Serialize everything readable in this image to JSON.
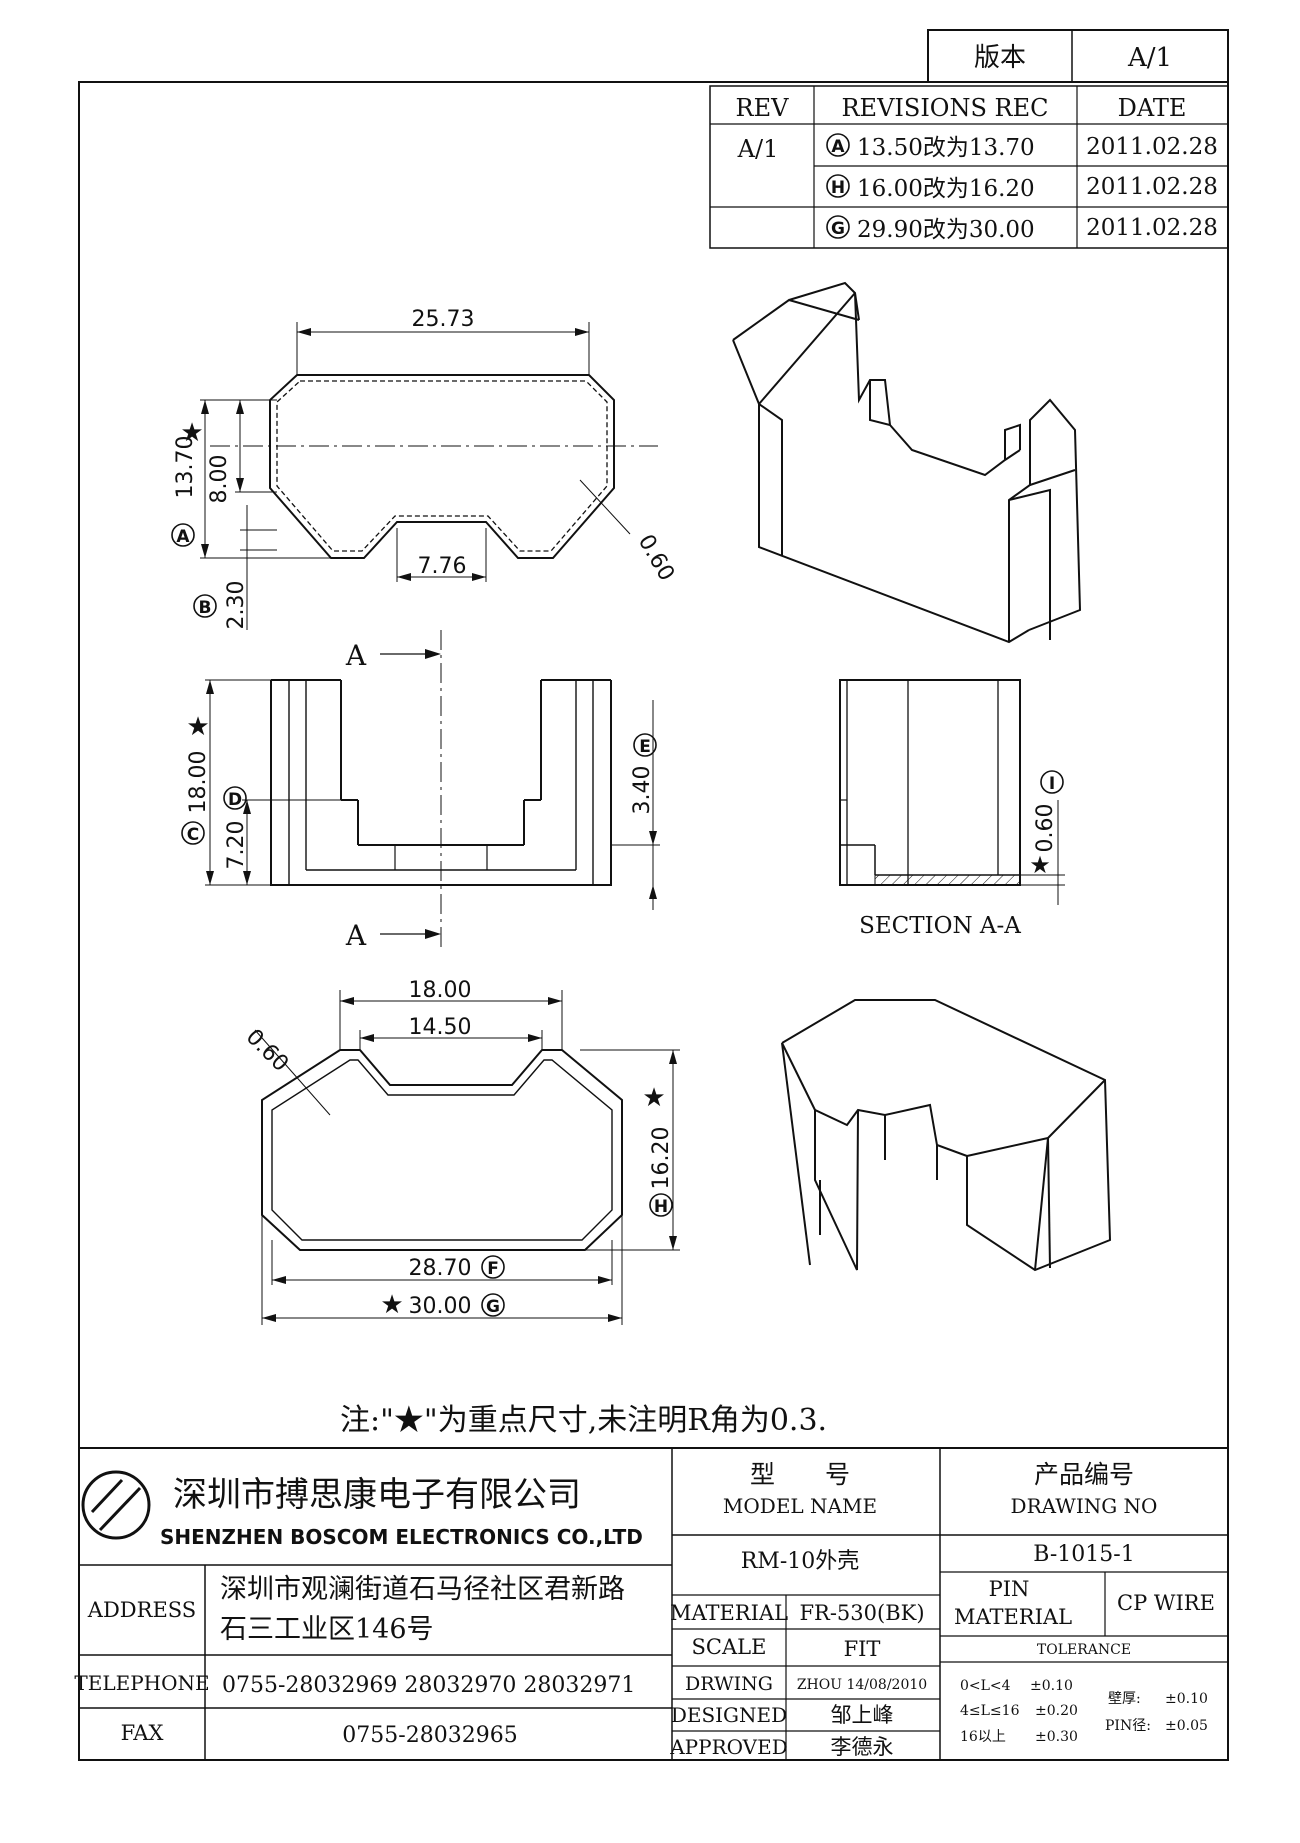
{
  "version_box": {
    "label": "版本",
    "value": "A/1"
  },
  "revisions": {
    "headers": {
      "rev": "REV",
      "rec": "REVISIONS REC",
      "date": "DATE"
    },
    "rev_value": "A/1",
    "rows": [
      {
        "mark": "A",
        "text": "13.50改为13.70",
        "date": "2011.02.28"
      },
      {
        "mark": "H",
        "text": "16.00改为16.20",
        "date": "2011.02.28"
      },
      {
        "mark": "G",
        "text": "29.90改为30.00",
        "date": "2011.02.28"
      }
    ]
  },
  "top_view": {
    "dim_width": "25.73",
    "dim_height": "13.70",
    "dim_height_mark": "A",
    "dim_inner": "8.00",
    "dim_slot": "7.76",
    "dim_wall": "0.60",
    "dim_step": "2.30",
    "dim_step_mark": "B"
  },
  "front_view": {
    "section_mark": "A",
    "dim_height": "18.00",
    "dim_height_mark": "C",
    "dim_mid": "7.20",
    "dim_mid_mark": "D",
    "dim_step": "3.40",
    "dim_step_mark": "E"
  },
  "section_view": {
    "label": "SECTION A-A",
    "dim_thickness": "0.60",
    "dim_thickness_mark": "I"
  },
  "bottom_view": {
    "dim_top_outer": "18.00",
    "dim_top_inner": "14.50",
    "dim_wall": "0.60",
    "dim_height": "16.20",
    "dim_height_mark": "H",
    "dim_inner_width": "28.70",
    "dim_inner_width_mark": "F",
    "dim_outer_width": "30.00",
    "dim_outer_width_mark": "G"
  },
  "note": "注:\"★\"为重点尺寸,未注明R角为0.3.",
  "title_block": {
    "company_cn": "深圳市搏思康电子有限公司",
    "company_en": "SHENZHEN BOSCOM ELECTRONICS CO.,LTD",
    "model_name_cn": "型　　号",
    "model_name_en": "MODEL NAME",
    "model_value": "RM-10外壳",
    "drawing_no_cn": "产品编号",
    "drawing_no_en": "DRAWING NO",
    "drawing_no_value": "B-1015-1",
    "address_label": "ADDRESS",
    "address_line1": "深圳市观澜街道石马径社区君新路",
    "address_line2": "石三工业区146号",
    "telephone_label": "TELEPHONE",
    "telephone_value": "0755-28032969 28032970 28032971",
    "fax_label": "FAX",
    "fax_value": "0755-28032965",
    "material_label": "MATERIAL",
    "material_value": "FR-530(BK)",
    "scale_label": "SCALE",
    "scale_value": "FIT",
    "drwing_label": "DRWING",
    "drwing_value": "ZHOU 14/08/2010",
    "designed_label": "DESIGNED",
    "designed_value": "邹上峰",
    "approved_label": "APPROVED",
    "approved_value": "李德永",
    "pin_material_label1": "PIN",
    "pin_material_label2": "MATERIAL",
    "pin_material_value": "CP WIRE",
    "tolerance_label": "TOLERANCE",
    "tol_1_range": "0<L<4",
    "tol_1_value": "±0.10",
    "tol_2_range": "4≤L≤16",
    "tol_2_value": "±0.20",
    "tol_3_range": "16以上",
    "tol_3_value": "±0.30",
    "wall_label": "壁厚:",
    "wall_value": "±0.10",
    "pin_dia_label": "PIN径:",
    "pin_dia_value": "±0.05"
  }
}
